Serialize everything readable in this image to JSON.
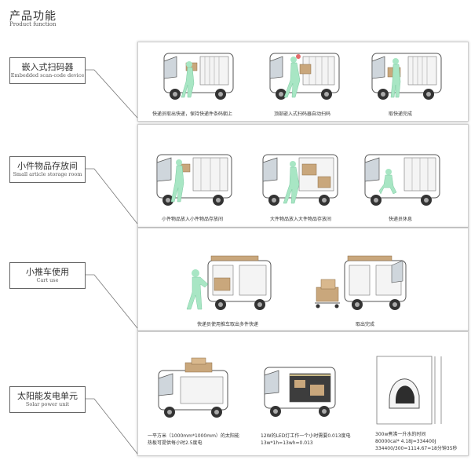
{
  "header": {
    "title": "产品功能",
    "subtitle": "Product function"
  },
  "sections": [
    {
      "title_zh": "嵌入式扫码器",
      "title_en": "Embedded scan-code device",
      "captions": [
        "快递员取出快递，保持快递件条码朝上",
        "顶部嵌入式扫码器自动扫码",
        "取快递完成"
      ]
    },
    {
      "title_zh": "小件物品存放间",
      "title_en": "Small article storage room",
      "captions": [
        "小件物品放入小件物品存放间",
        "大件物品放入大件物品存放间",
        "快递员休息"
      ]
    },
    {
      "title_zh": "小推车使用",
      "title_en": "Cart use",
      "captions": [
        "快递员使用推车取出多件快递",
        "取出完成"
      ]
    },
    {
      "title_zh": "太阳能发电单元",
      "title_en": "Solar power unit",
      "captions": [
        [
          "一平方米（1000mm*1000mm）的太阳能",
          "热板可提供每小时2.5度电"
        ],
        [
          "12W的LED灯工作一个小时需要0.013度电",
          "13w*1h=13wh=0.013"
        ],
        [
          "300w煮沸一升水的时间",
          "80000cal* 4.18J=334400J",
          "334400/300=1114.67=18分钟35秒"
        ]
      ]
    }
  ],
  "colors": {
    "figure": "#a8e6c4",
    "cargo": "#c9a77c",
    "vehicle": "#ffffff",
    "outline": "#555555"
  }
}
